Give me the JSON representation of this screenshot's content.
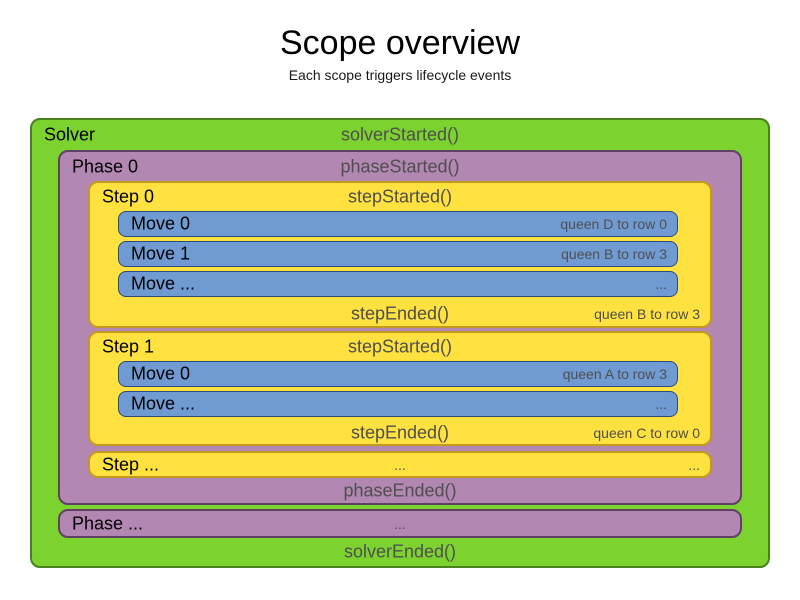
{
  "palette": {
    "green": "#7cd22f",
    "green-border": "#47821e",
    "purple": "#b287b2",
    "purple-border": "#604065",
    "yellow": "#ffe23f",
    "yellow-border": "#c39a1d",
    "blue": "#6f9ad2",
    "blue-border": "#2d4a7d",
    "gray": "#4f4f4f",
    "black": "#000000"
  },
  "header": {
    "title": "Scope overview",
    "subtitle": "Each scope triggers lifecycle events"
  },
  "solver": {
    "label": "Solver",
    "started": "solverStarted()",
    "ended": "solverEnded()",
    "phase0": {
      "label": "Phase 0",
      "started": "phaseStarted()",
      "ended": "phaseEnded()",
      "step0": {
        "label": "Step 0",
        "started": "stepStarted()",
        "ended": "stepEnded()",
        "ended_note": "queen B to row 3",
        "moves": [
          {
            "label": "Move 0",
            "note": "queen D to row 0"
          },
          {
            "label": "Move 1",
            "note": "queen B to row 3"
          },
          {
            "label": "Move ...",
            "note": "..."
          }
        ]
      },
      "step1": {
        "label": "Step 1",
        "started": "stepStarted()",
        "ended": "stepEnded()",
        "ended_note": "queen C to row 0",
        "moves": [
          {
            "label": "Move 0",
            "note": "queen A to row 3"
          },
          {
            "label": "Move ...",
            "note": "..."
          }
        ]
      },
      "step_more": {
        "label": "Step ...",
        "center": "...",
        "right": "..."
      }
    },
    "phase_more": {
      "label": "Phase ...",
      "center": "..."
    }
  }
}
